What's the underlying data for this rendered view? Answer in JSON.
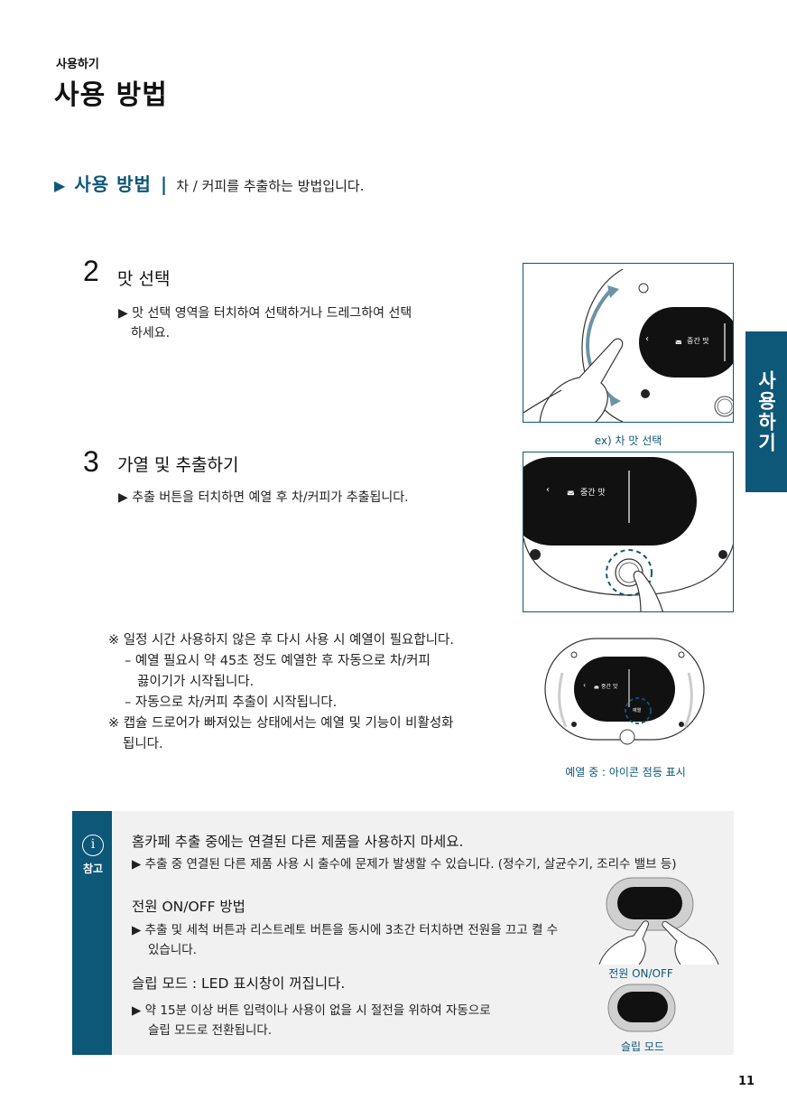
{
  "header": {
    "category": "사용하기",
    "title": "사용 방법"
  },
  "section": {
    "marker": "▶",
    "name": "사용 방법",
    "divider": "|",
    "description": "차 / 커피를 추출하는 방법입니다."
  },
  "side_tab": {
    "label": "사용하기"
  },
  "steps": [
    {
      "number": "2",
      "title": "맛 선택",
      "bullet_1": "▶ 맛 선택 영역을 터치하여 선택하거나 드레그하여 선택",
      "bullet_2": "하세요."
    },
    {
      "number": "3",
      "title": "가열 및 추출하기",
      "bullet_1": "▶ 추출 버튼을 터치하면 예열 후 차/커피가 추출됩니다."
    }
  ],
  "notes": {
    "line_1": "※ 일정 시간 사용하지 않은 후 다시 사용 시 예열이 필요합니다.",
    "line_2": "– 예열 필요시 약 45초 정도 예열한 후 자동으로 차/커피",
    "line_3": "끓이기가 시작됩니다.",
    "line_4": "– 자동으로 차/커피 추출이 시작됩니다.",
    "line_5": "※ 캡슐 드로어가 빠져있는 상태에서는 예열 및 기능이 비활성화",
    "line_6": "됩니다."
  },
  "images": {
    "img1": {
      "caption": "ex) 차 맛 선택",
      "screen_text": "중간 맛",
      "back_glyph": "‹"
    },
    "img2": {
      "screen_text": "중간 맛",
      "back_glyph": "‹"
    },
    "img3": {
      "caption": "예열 중 : 아이콘 점등 표시",
      "screen_text": "중간 맛",
      "back_glyph": "‹",
      "badge": "예열"
    }
  },
  "reference": {
    "icon": "i",
    "label": "참고",
    "title_1": "홈카페 추출 중에는 연결된 다른 제품을 사용하지 마세요.",
    "body_1": "▶ 추출 중 연결된 다른 제품 사용 시 출수에 문제가 발생할 수 있습니다. (정수기, 살균수기, 조리수 밸브 등)",
    "title_2": "전원 ON/OFF 방법",
    "body_2a": "▶ 추출 및 세척 버튼과 리스트레토 버튼을 동시에 3초간 터치하면 전원을 끄고 켤 수",
    "body_2b": "있습니다.",
    "title_3": "슬립 모드 :  LED 표시창이 꺼집니다.",
    "body_3a": "▶ 약 15분 이상 버튼 입력이나 사용이 없을 시 절전을 위하여 자동으로",
    "body_3b": "슬립 모드로 전환됩니다.",
    "caption_power": "전원 ON/OFF",
    "caption_sleep": "슬립 모드"
  },
  "page_number": "11",
  "colors": {
    "accent": "#0d5778",
    "reference_bg": "#f1f1f1",
    "screen": "#111111"
  }
}
